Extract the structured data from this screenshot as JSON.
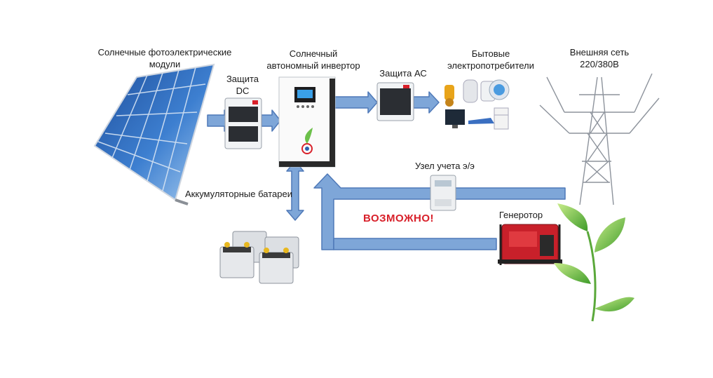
{
  "labels": {
    "panels_line1": "Солнечные фотоэлектрические",
    "panels_line2": "модули",
    "dc_protect_line1": "Защита",
    "dc_protect_line2": "DC",
    "inverter_line1": "Солнечный",
    "inverter_line2": "автономный инвертор",
    "ac_protect": "Защита АС",
    "consumers_line1": "Бытовые",
    "consumers_line2": "электропотребители",
    "grid_line1": "Внешняя сеть",
    "grid_line2": "220/380В",
    "batteries": "Аккумуляторные батареи",
    "meter": "Узел учета э/э",
    "possible": "ВОЗМОЖНО!",
    "generator": "Генеротор"
  },
  "colors": {
    "arrow": "#7ea6d8",
    "arrow_stroke": "#4f79b8",
    "warning": "#d8202a",
    "panel_blue": "#2c5fae",
    "generator_red": "#c8202a",
    "leaf_green": "#6cc04a"
  }
}
